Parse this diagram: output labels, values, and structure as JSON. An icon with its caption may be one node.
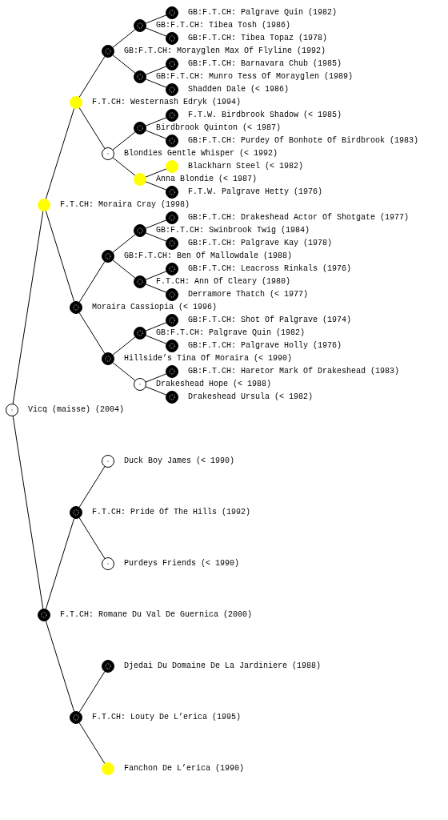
{
  "diagram": {
    "nodes": [
      {
        "text": [
          "GB:F.T.CH: Palgrave Quin (1982)"
        ]
      },
      {
        "text": [
          "GB:F.T.CH: Tibea Tosh (1986)"
        ]
      },
      {
        "text": [
          "GB:F.T.CH: Tibea Topaz (1978)"
        ]
      },
      {
        "text": [
          "GB:F.T.CH: Morayglen Max Of Flyline (1992)"
        ]
      },
      {
        "text": [
          "GB:F.T.CH: Barnavara Chub (1985)"
        ]
      },
      {
        "text": [
          "GB:F.T.CH: Munro Tess Of Morayglen (1989)"
        ]
      },
      {
        "text": [
          "Shadden Dale (< 1986)"
        ]
      },
      {
        "text": [
          "F.T.CH: Westernash Edryk (1994)"
        ]
      },
      {
        "text": [
          "F.T.W. Birdbrook Shadow (< 1985)"
        ]
      },
      {
        "text": [
          "Birdbrook Quinton (< 1987)"
        ]
      },
      {
        "text": [
          "GB:F.T.CH: Purdey Of Bonhote Of Birdbrook (1983)"
        ]
      },
      {
        "text": [
          "Blondies Gentle Whisper (< 1992)"
        ]
      },
      {
        "text": [
          "Blackharn Steel (< 1982)"
        ]
      },
      {
        "text": [
          "Anna Blondie (< 1987)"
        ]
      },
      {
        "text": [
          "F.T.W. Palgrave Hetty (1976)"
        ]
      },
      {
        "text": [
          "F.T.CH: Moraira Cray (1998)"
        ]
      },
      {
        "text": [
          "GB:F.T.CH: Drakeshead Actor Of Shotgate (1977)"
        ]
      },
      {
        "text": [
          "GB:F.T.CH: Swinbrook Twig (1984)"
        ]
      },
      {
        "text": [
          "GB:F.T.CH: Palgrave Kay (1978)"
        ]
      },
      {
        "text": [
          "GB:F.T.CH: Ben Of Mallowdale (1988)"
        ]
      },
      {
        "text": [
          "GB:F.T.CH: Leacross Rinkals (1976)"
        ]
      },
      {
        "text": [
          "F.T.CH: Ann Of Cleary (1980)"
        ]
      },
      {
        "text": [
          "Derramore Thatch (< 1977)"
        ]
      },
      {
        "text": [
          "Moraira Cassiopia (< 1996)"
        ]
      },
      {
        "text": [
          "GB:F.T.CH: Shot Of Palgrave (1974)"
        ]
      },
      {
        "text": [
          "GB:F.T.CH: Palgrave Quin (1982)"
        ]
      },
      {
        "text": [
          "GB:F.T.CH: Palgrave Holly (1976)"
        ]
      },
      {
        "text": [
          "Hillside’s Tina Of Moraira (< 1990)"
        ]
      },
      {
        "text": [
          "GB:F.T.CH: Haretor Mark Of Drakeshead (1983)"
        ]
      },
      {
        "text": [
          "Drakeshead Hope (< 1988)"
        ]
      },
      {
        "text": [
          "Drakeshead Ursula (< 1982)"
        ]
      },
      {
        "text": [
          "Vicq (maisse) (2004)"
        ]
      },
      {
        "text": [
          "Duck Boy James (< 1990)"
        ]
      },
      {
        "text": [
          "F.T.CH: Pride Of The Hills (1992)"
        ]
      },
      {
        "text": [
          "Purdeys Friends (< 1990)"
        ]
      },
      {
        "text": [
          "F.T.CH: Romane Du Val De Guernica (2000)"
        ]
      },
      {
        "text": [
          "Djedai Du Domaine De La Jardiniere (1988)"
        ]
      },
      {
        "text": [
          "F.T.CH: Louty De L’erica (1995)"
        ]
      },
      {
        "text": [
          "Fanchon De L’erica (1990)"
        ]
      }
    ],
    "edges": [
      {
        "from": 31,
        "to": 15,
        "arrow": "none"
      },
      {
        "from": 31,
        "to": 35,
        "arrow": "none"
      },
      {
        "from": 15,
        "to": 7,
        "arrow": "none"
      },
      {
        "from": 15,
        "to": 23,
        "arrow": "none"
      },
      {
        "from": 7,
        "to": 3,
        "arrow": "none"
      },
      {
        "from": 7,
        "to": 11,
        "arrow": "none"
      },
      {
        "from": 3,
        "to": 1,
        "arrow": "none"
      },
      {
        "from": 3,
        "to": 5,
        "arrow": "none"
      },
      {
        "from": 1,
        "to": 0,
        "arrow": "none"
      },
      {
        "from": 1,
        "to": 2,
        "arrow": "none"
      },
      {
        "from": 5,
        "to": 4,
        "arrow": "none"
      },
      {
        "from": 5,
        "to": 6,
        "arrow": "none"
      },
      {
        "from": 11,
        "to": 9,
        "arrow": "none"
      },
      {
        "from": 11,
        "to": 13,
        "arrow": "none"
      },
      {
        "from": 9,
        "to": 8,
        "arrow": "none"
      },
      {
        "from": 9,
        "to": 10,
        "arrow": "none"
      },
      {
        "from": 13,
        "to": 12,
        "arrow": "none"
      },
      {
        "from": 13,
        "to": 14,
        "arrow": "none"
      },
      {
        "from": 23,
        "to": 19,
        "arrow": "none"
      },
      {
        "from": 23,
        "to": 27,
        "arrow": "none"
      },
      {
        "from": 19,
        "to": 17,
        "arrow": "none"
      },
      {
        "from": 19,
        "to": 21,
        "arrow": "none"
      },
      {
        "from": 17,
        "to": 16,
        "arrow": "none"
      },
      {
        "from": 17,
        "to": 18,
        "arrow": "none"
      },
      {
        "from": 21,
        "to": 20,
        "arrow": "none"
      },
      {
        "from": 21,
        "to": 22,
        "arrow": "none"
      },
      {
        "from": 27,
        "to": 25,
        "arrow": "none"
      },
      {
        "from": 27,
        "to": 29,
        "arrow": "none"
      },
      {
        "from": 25,
        "to": 24,
        "arrow": "none"
      },
      {
        "from": 25,
        "to": 26,
        "arrow": "none"
      },
      {
        "from": 29,
        "to": 28,
        "arrow": "none"
      },
      {
        "from": 29,
        "to": 30,
        "arrow": "none"
      },
      {
        "from": 35,
        "to": 33,
        "arrow": "none"
      },
      {
        "from": 35,
        "to": 37,
        "arrow": "none"
      },
      {
        "from": 33,
        "to": 32,
        "arrow": "none"
      },
      {
        "from": 33,
        "to": 34,
        "arrow": "none"
      },
      {
        "from": 37,
        "to": 36,
        "arrow": "none"
      },
      {
        "from": 37,
        "to": 38,
        "arrow": "none"
      }
    ]
  }
}
